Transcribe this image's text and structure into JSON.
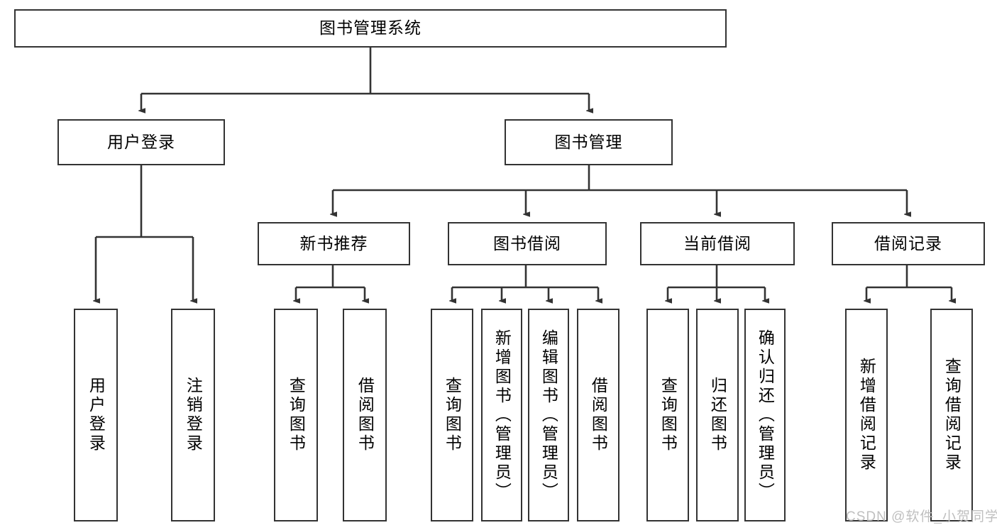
{
  "diagram": {
    "title": "图书管理系统",
    "style": {
      "box_border": "#333333",
      "box_fill": "#ffffff",
      "edge_color": "#333333",
      "background": "#ffffff",
      "watermark_color": "#bfbfbf"
    },
    "root": {
      "label": "图书管理系统"
    },
    "level2": [
      {
        "label": "用户登录"
      },
      {
        "label": "图书管理"
      }
    ],
    "level3": [
      {
        "label": "新书推荐"
      },
      {
        "label": "图书借阅"
      },
      {
        "label": "当前借阅"
      },
      {
        "label": "借阅记录"
      }
    ],
    "leaves": {
      "user_login": [
        {
          "label": "用户登录"
        },
        {
          "label": "注销登录"
        }
      ],
      "new_book": [
        {
          "label": "查询图书"
        },
        {
          "label": "借阅图书"
        }
      ],
      "book_borrow": [
        {
          "label": "查询图书"
        },
        {
          "label": "新增图书（管理员）"
        },
        {
          "label": "编辑图书（管理员）"
        },
        {
          "label": "借阅图书"
        }
      ],
      "current_borrow": [
        {
          "label": "查询图书"
        },
        {
          "label": "归还图书"
        },
        {
          "label": "确认归还（管理员）"
        }
      ],
      "borrow_record": [
        {
          "label": "新增借阅记录"
        },
        {
          "label": "查询借阅记录"
        }
      ]
    }
  },
  "watermark": {
    "text": "CSDN @软件_小贺同学"
  }
}
